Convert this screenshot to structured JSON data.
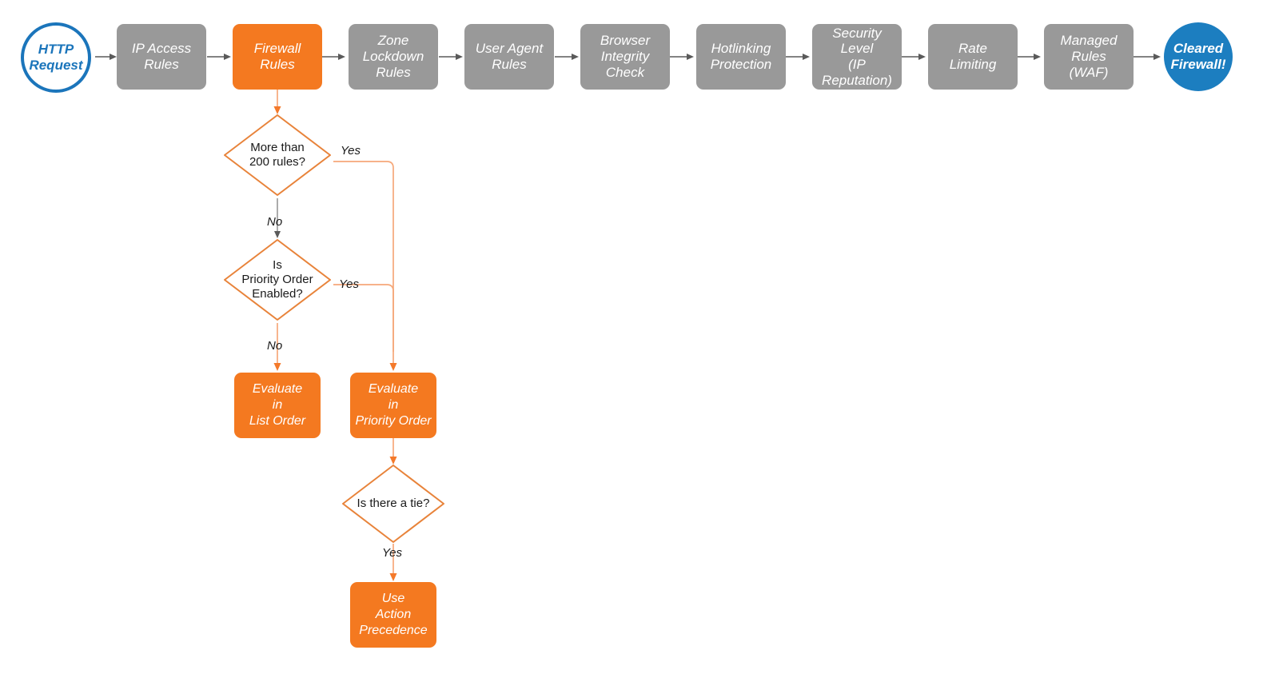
{
  "diagram": {
    "title": "Cloudflare Firewall Rules Evaluation Order",
    "background": "#ffffff",
    "colors": {
      "gray": "#999999",
      "orange": "#F47920",
      "orange_line": "#F08A4B",
      "blue": "#1B75BB",
      "blue_fill": "#1C7EC0",
      "arrow_gray": "#5A5A5A",
      "text_dark": "#1a1a1a"
    }
  },
  "pipeline": {
    "start": {
      "label": "HTTP\nRequest",
      "shape": "circle-hollow"
    },
    "steps": [
      {
        "label": "IP Access\nRules",
        "state": "inactive"
      },
      {
        "label": "Firewall\nRules",
        "state": "active"
      },
      {
        "label": "Zone\nLockdown\nRules",
        "state": "inactive"
      },
      {
        "label": "User Agent\nRules",
        "state": "inactive"
      },
      {
        "label": "Browser\nIntegrity\nCheck",
        "state": "inactive"
      },
      {
        "label": "Hotlinking\nProtection",
        "state": "inactive"
      },
      {
        "label": "Security\nLevel\n(IP Reputation)",
        "state": "inactive"
      },
      {
        "label": "Rate\nLimiting",
        "state": "inactive"
      },
      {
        "label": "Managed\nRules\n(WAF)",
        "state": "inactive"
      }
    ],
    "end": {
      "label": "Cleared\nFirewall!",
      "shape": "circle-filled"
    }
  },
  "decisions": [
    {
      "id": "more-than-200-rules",
      "label": "More than\n200 rules?"
    },
    {
      "id": "is-priority-order-enabled",
      "label": "Is\nPriority Order\nEnabled?"
    },
    {
      "id": "is-there-a-tie",
      "label": "Is there a tie?"
    }
  ],
  "outcomes": [
    {
      "id": "evaluate-in-list-order",
      "label": "Evaluate\nin\nList Order"
    },
    {
      "id": "evaluate-in-priority-order",
      "label": "Evaluate\nin\nPriority Order"
    },
    {
      "id": "use-action-precedence",
      "label": "Use\nAction\nPrecedence"
    }
  ],
  "edge_labels": {
    "more_rules_yes": "Yes",
    "more_rules_no": "No",
    "priority_yes": "Yes",
    "priority_no": "No",
    "tie_yes": "Yes"
  }
}
